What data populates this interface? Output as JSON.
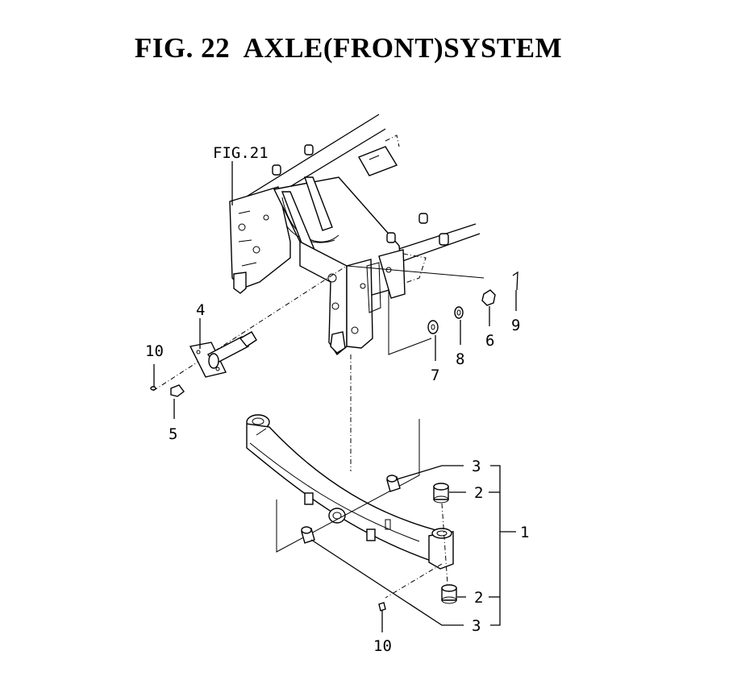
{
  "title": "FIG. 22  AXLE(FRONT)SYSTEM",
  "reference": "FIG.21",
  "callouts": {
    "c1": "1",
    "c2a": "2",
    "c2b": "2",
    "c3a": "3",
    "c3b": "3",
    "c4": "4",
    "c5": "5",
    "c6": "6",
    "c7": "7",
    "c8": "8",
    "c9": "9",
    "c10a": "10",
    "c10b": "10"
  },
  "colors": {
    "line": "#000000",
    "background": "#ffffff"
  }
}
